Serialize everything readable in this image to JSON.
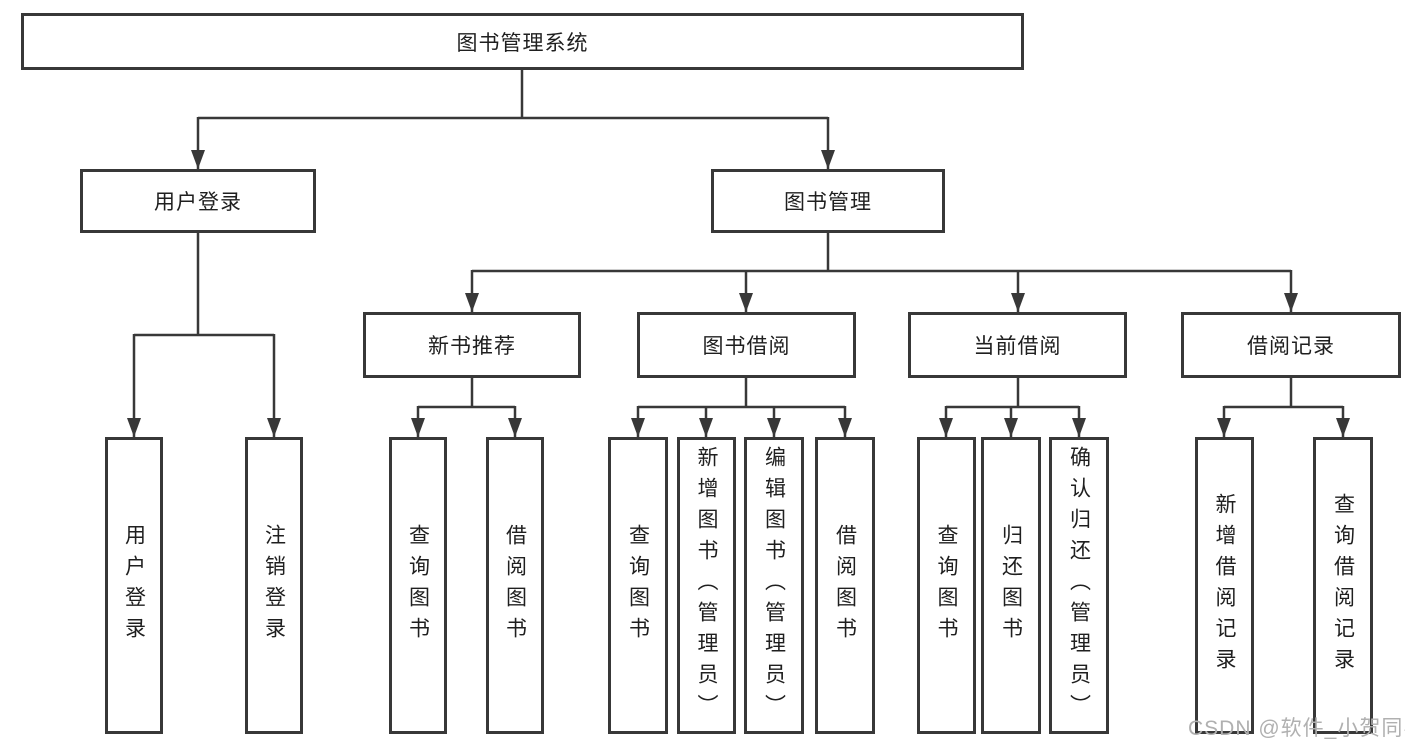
{
  "diagram": {
    "root": {
      "label": "图书管理系统"
    },
    "level2": [
      {
        "id": "user-login",
        "label": "用户登录"
      },
      {
        "id": "book-management",
        "label": "图书管理"
      }
    ],
    "level3": [
      {
        "id": "new-book-recommend",
        "label": "新书推荐"
      },
      {
        "id": "book-borrow",
        "label": "图书借阅"
      },
      {
        "id": "current-borrow",
        "label": "当前借阅"
      },
      {
        "id": "borrow-records",
        "label": "借阅记录"
      }
    ],
    "leaves": {
      "user_login": [
        "用户登录",
        "注销登录"
      ],
      "new_book_recommend": [
        "查询图书",
        "借阅图书"
      ],
      "book_borrow": [
        "查询图书",
        "新增图书（管理员）",
        "编辑图书（管理员）",
        "借阅图书"
      ],
      "current_borrow": [
        "查询图书",
        "归还图书",
        "确认归还（管理员）"
      ],
      "borrow_records": [
        "新增借阅记录",
        "查询借阅记录"
      ]
    }
  },
  "watermark": {
    "text": "CSDN @软件_小贺同学"
  },
  "colors": {
    "line": "#383838",
    "box_border": "#383838",
    "text": "#1f1f1f",
    "background": "#ffffff",
    "watermark": "#b0b0b0"
  }
}
